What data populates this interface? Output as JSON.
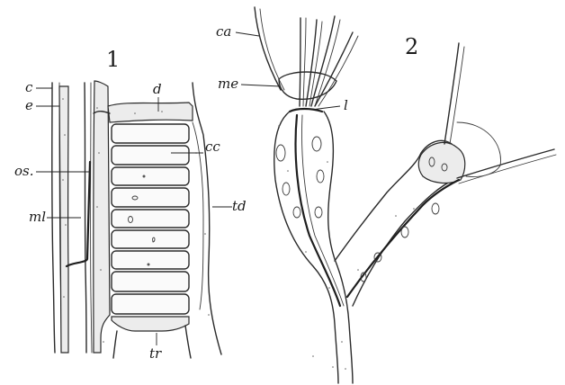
{
  "figures": {
    "fig1_number": "1",
    "fig2_number": "2"
  },
  "labels": {
    "c": "c",
    "e": "e",
    "os": "os.",
    "ml": "ml",
    "d": "d",
    "cc": "cc",
    "td": "td",
    "tr": "tr",
    "ca": "ca",
    "me": "me",
    "l": "l"
  },
  "colors": {
    "ink": "#2a2a2a",
    "paper": "#ffffff",
    "tissue_fill": "#ececec"
  }
}
